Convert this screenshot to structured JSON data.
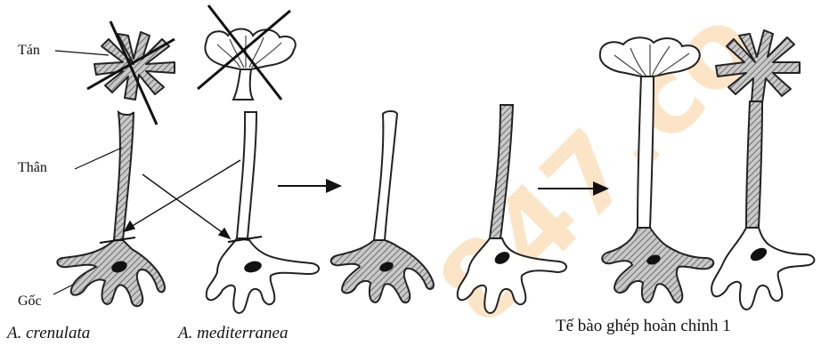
{
  "labels": {
    "tan": "Tán",
    "than": "Thân",
    "goc": "Gốc"
  },
  "species": {
    "left": "A. crenulata",
    "right": "A. mediterranea"
  },
  "caption": "Tế bào ghép hoàn chỉnh 1",
  "watermark": "847.co"
}
